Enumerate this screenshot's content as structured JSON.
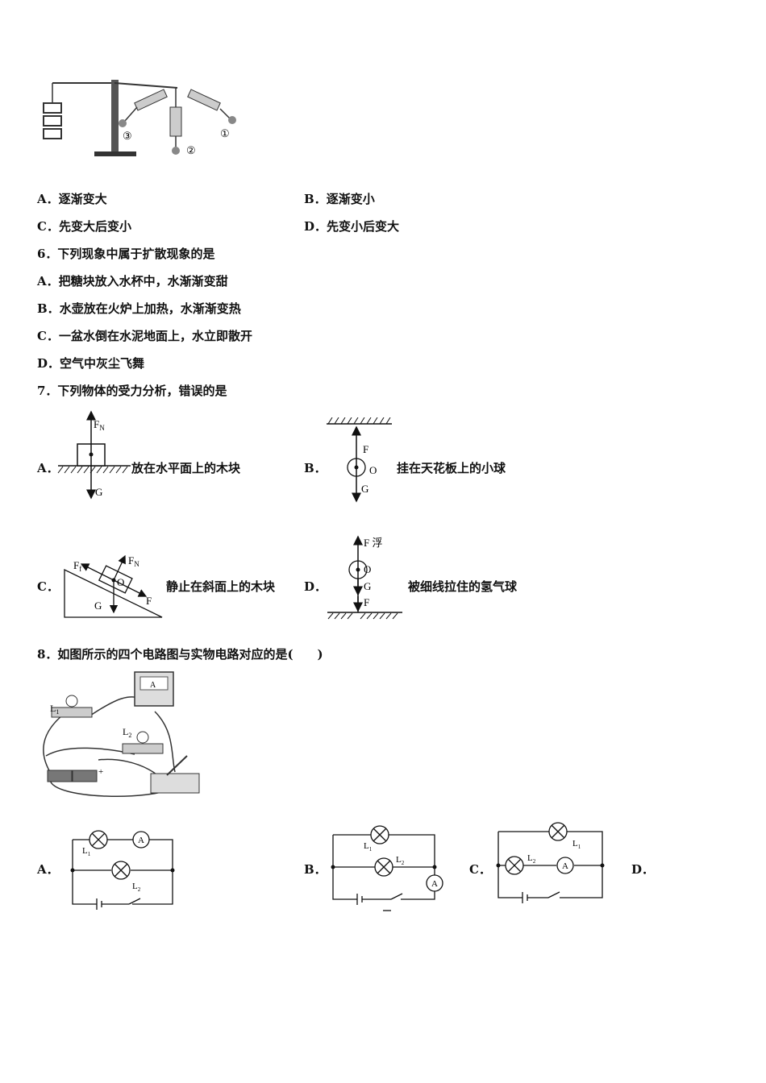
{
  "q5": {
    "options": {
      "A": {
        "letter": "A．",
        "text": "逐渐变大"
      },
      "B": {
        "letter": "B．",
        "text": "逐渐变小"
      },
      "C": {
        "letter": "C．",
        "text": "先变大后变小"
      },
      "D": {
        "letter": "D．",
        "text": "先变小后变大"
      }
    },
    "figure_labels": {
      "one": "①",
      "two": "②",
      "three": "③"
    }
  },
  "q6": {
    "stem": "6．下列现象中属于扩散现象的是",
    "options": [
      {
        "letter": "A．",
        "text": "把糖块放入水杯中，水渐渐变甜"
      },
      {
        "letter": "B．",
        "text": "水壶放在火炉上加热，水渐渐变热"
      },
      {
        "letter": "C．",
        "text": "一盆水倒在水泥地面上，水立即散开"
      },
      {
        "letter": "D．",
        "text": "空气中灰尘飞舞"
      }
    ]
  },
  "q7": {
    "stem": "7．下列物体的受力分析，错误的是",
    "options": {
      "A": {
        "letter": "A．",
        "caption": "放在水平面上的木块",
        "labels": {
          "top": "F",
          "top_sub": "N",
          "bottom": "G"
        }
      },
      "B": {
        "letter": "B．",
        "caption": "挂在天花板上的小球",
        "labels": {
          "top": "F",
          "center": "O",
          "bottom": "G"
        }
      },
      "C": {
        "letter": "C．",
        "caption": "静止在斜面上的木块",
        "labels": {
          "friction": "F",
          "friction_sub": "f",
          "normal": "F",
          "normal_sub": "N",
          "center": "O",
          "gravity": "G",
          "push": "F"
        }
      },
      "D": {
        "letter": "D．",
        "caption": "被细线拉住的氢气球",
        "labels": {
          "buoyancy": "F 浮",
          "center": "O",
          "gravity": "G",
          "tension": "F"
        }
      }
    }
  },
  "q8": {
    "stem": "8．如图所示的四个电路图与实物电路对应的是(　　)",
    "photo_labels": {
      "l1": "L",
      "l1_sub": "1",
      "l2": "L",
      "l2_sub": "2",
      "meter": "A",
      "plus": "+"
    },
    "options": [
      {
        "letter": "A．"
      },
      {
        "letter": "B．"
      },
      {
        "letter": "C．"
      },
      {
        "letter": "D．"
      }
    ],
    "circuit_labels": {
      "lamp1": "L",
      "lamp1_sub": "1",
      "lamp2": "L",
      "lamp2_sub": "2",
      "ammeter": "A"
    }
  }
}
